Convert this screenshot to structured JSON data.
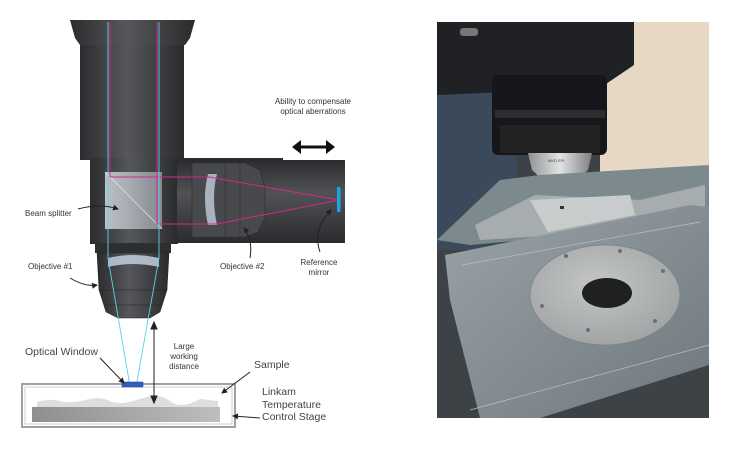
{
  "diagram": {
    "labels": {
      "aberrations": "Ability to compensate optical aberrations",
      "beam_splitter": "Beam splitter",
      "objective_1": "Objective #1",
      "objective_2": "Objective #2",
      "reference_mirror": "Reference mirror",
      "optical_window": "Optical Window",
      "working_distance": "Large working distance",
      "sample": "Sample",
      "stage": "Linkam Temperature Control Stage"
    },
    "colors": {
      "reference_beam": "#d4288a",
      "sample_beam": "#5fd0ea",
      "mirror": "#1aa7e0",
      "window": "#2f5fc4",
      "body": "#3a3b3d"
    }
  },
  "photo": {
    "lens_marking": "MKD EPI"
  }
}
